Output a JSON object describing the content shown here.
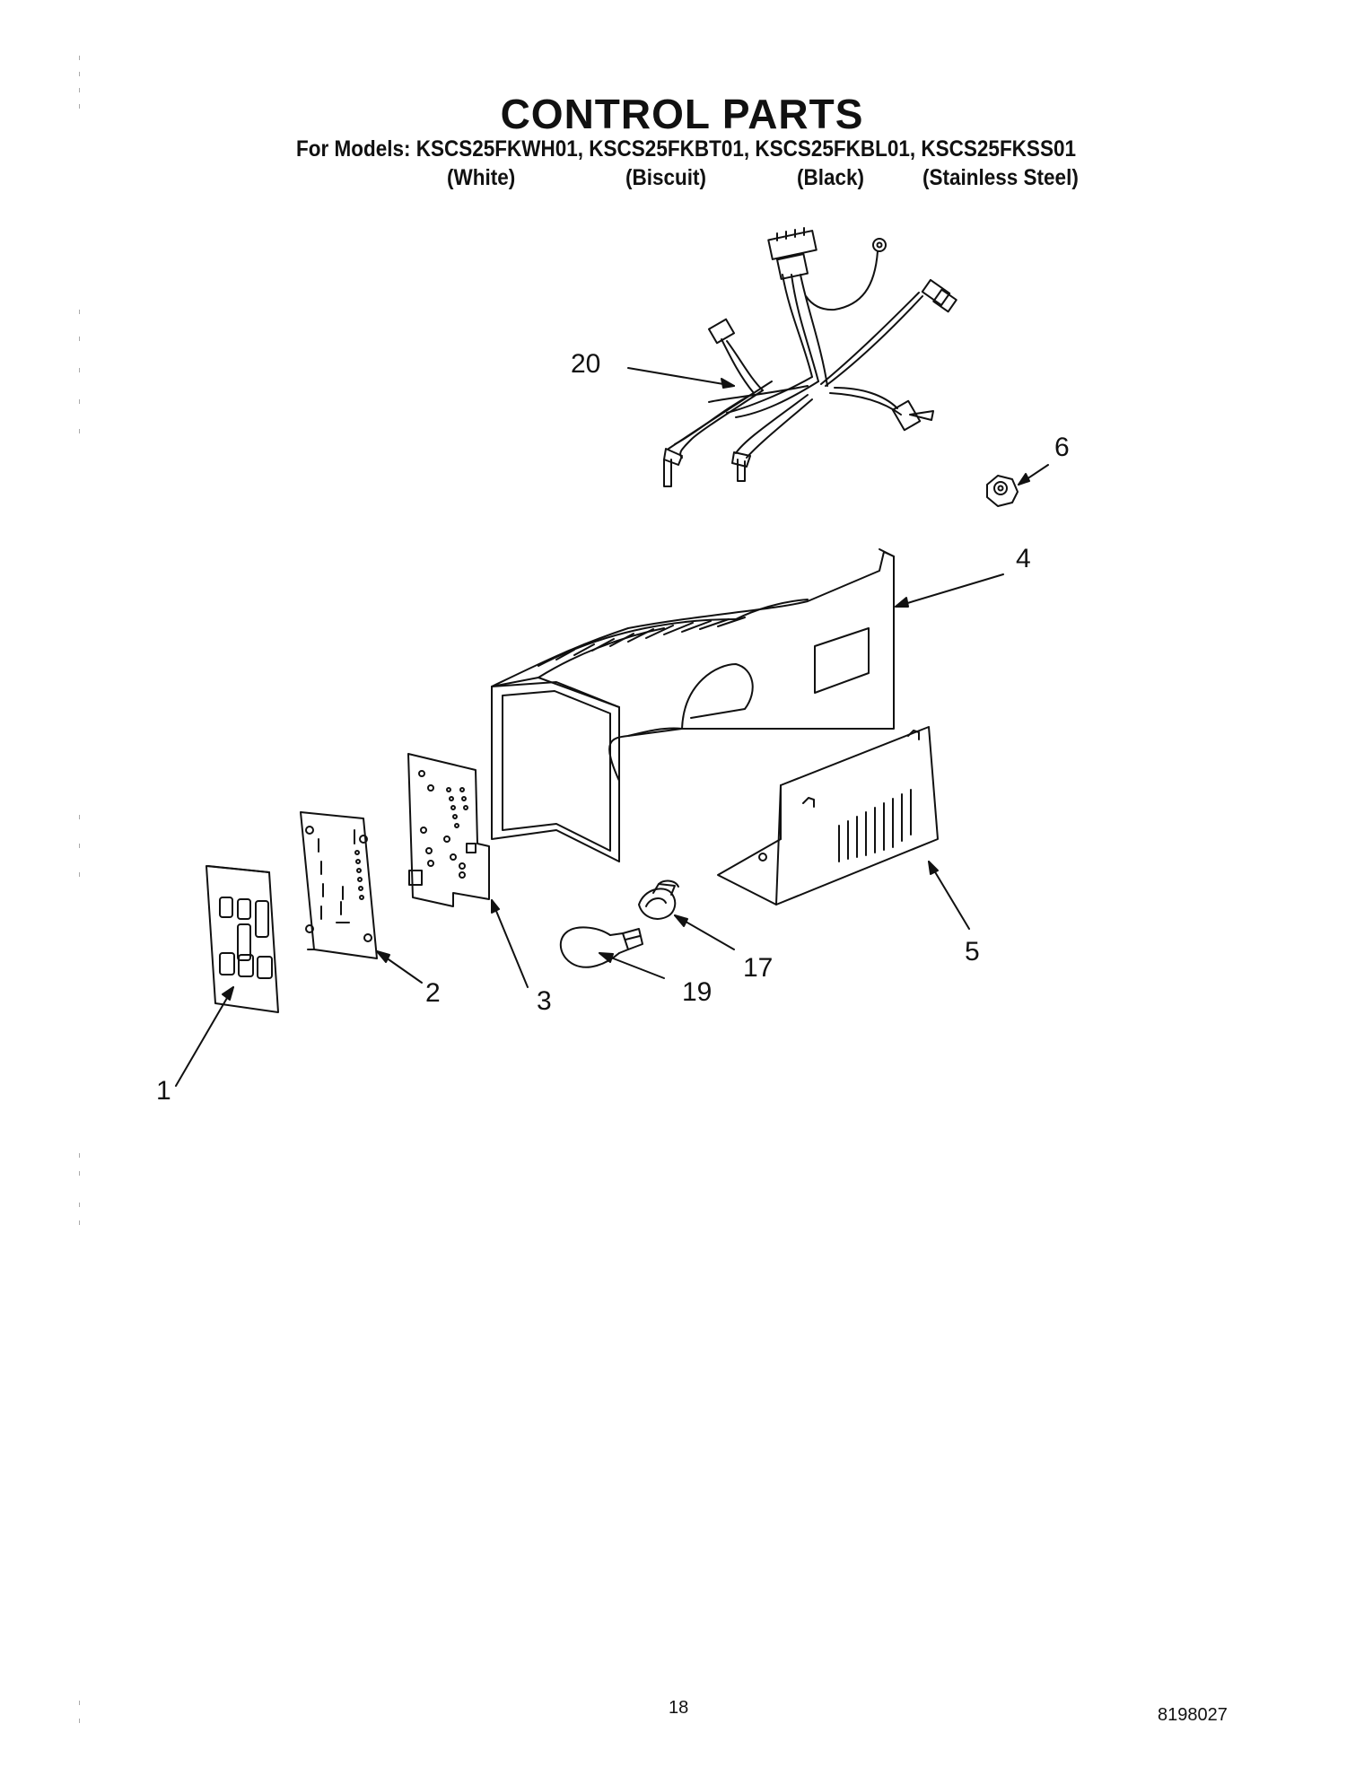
{
  "header": {
    "title": "CONTROL PARTS",
    "models_line": "For Models: KSCS25FKWH01, KSCS25FKBT01, KSCS25FKBL01, KSCS25FKSS01",
    "colors": [
      "(White)",
      "(Biscuit)",
      "(Black)",
      "(Stainless Steel)"
    ]
  },
  "callouts": {
    "c1": "1",
    "c2": "2",
    "c3": "3",
    "c4": "4",
    "c5": "5",
    "c6": "6",
    "c17": "17",
    "c19": "19",
    "c20": "20"
  },
  "footer": {
    "page_number": "18",
    "doc_number": "8198027"
  }
}
